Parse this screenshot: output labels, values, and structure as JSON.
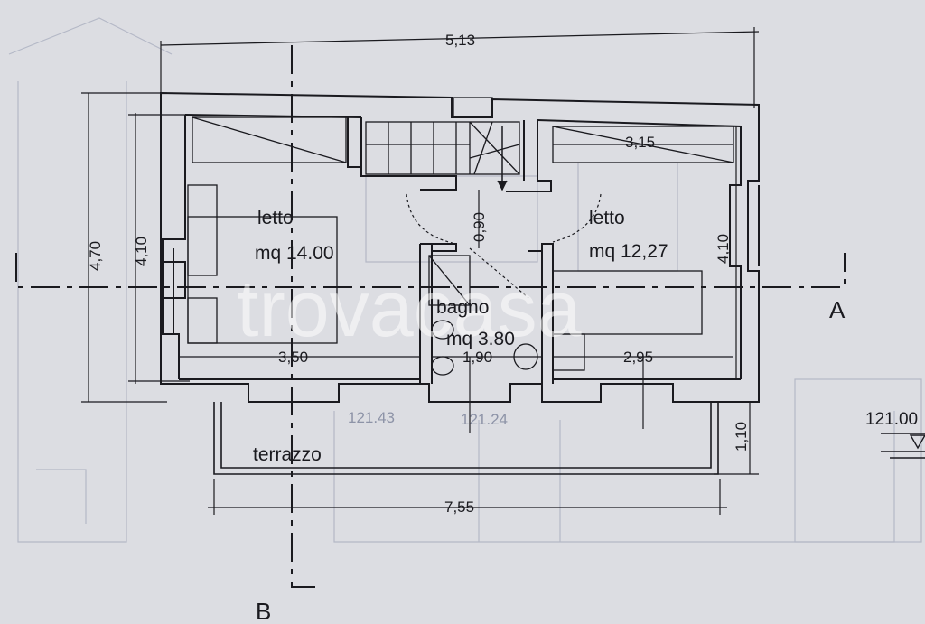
{
  "rooms": {
    "bedroom_left": {
      "name": "letto",
      "area": "mq 14.00"
    },
    "bedroom_right": {
      "name": "letto",
      "area": "mq 12,27"
    },
    "bathroom": {
      "name": "bagno",
      "area": "mq 3.80"
    },
    "terrace": {
      "name": "terrazzo"
    }
  },
  "dimensions": {
    "top_total": "5,13",
    "height_total": "4,70",
    "height_inner_left": "4,10",
    "height_inner_right": "4,10",
    "door_width": "0,90",
    "width_left_room": "3,50",
    "width_bathroom": "1,90",
    "width_right_room": "2,95",
    "wardrobe_right": "3,15",
    "terrace_depth": "1,10",
    "terrace_width": "7,55"
  },
  "section_marks": {
    "horizontal": "A",
    "vertical": "B"
  },
  "elevation": {
    "value": "121.00"
  },
  "faded_background_labels": [
    "121.43",
    "121.24"
  ],
  "watermark": "trovacasa",
  "colors": {
    "paper": "#dcdde2",
    "ink": "#1a1a1f",
    "faint": "#9aa0b4"
  }
}
